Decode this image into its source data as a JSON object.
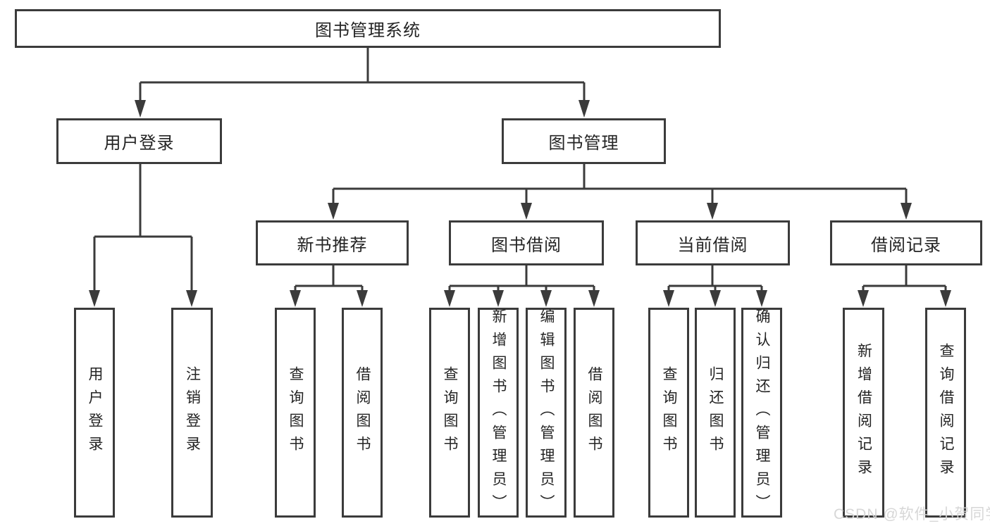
{
  "diagram": {
    "root": "图书管理系统",
    "level2": [
      "用户登录",
      "图书管理"
    ],
    "level3": [
      "新书推荐",
      "图书借阅",
      "当前借阅",
      "借阅记录"
    ],
    "leaves_user": [
      "用户登录",
      "注销登录"
    ],
    "leaves_newbook": [
      "查询图书",
      "借阅图书"
    ],
    "leaves_borrow": [
      "查询图书",
      "新增图书（管理员）",
      "编辑图书（管理员）",
      "借阅图书"
    ],
    "leaves_current": [
      "查询图书",
      "归还图书",
      "确认归还（管理员）"
    ],
    "leaves_record": [
      "新增借阅记录",
      "查询借阅记录"
    ]
  },
  "watermark": "CSDN @软件_小贺同学",
  "colors": {
    "line": "#3b3b3b",
    "box_border": "#3b3b3b",
    "text": "#242424",
    "background": "#ffffff",
    "watermark_text": "#d5d5d5"
  }
}
